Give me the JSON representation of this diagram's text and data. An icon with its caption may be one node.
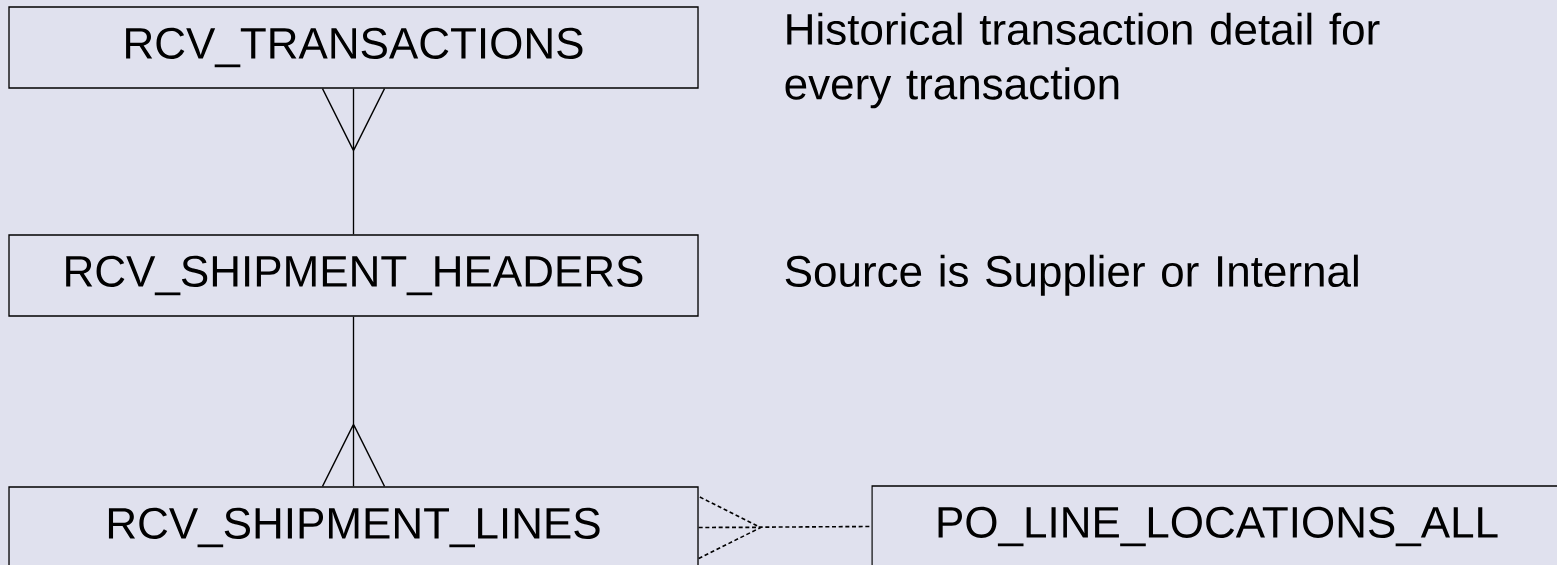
{
  "diagram": {
    "nodes": [
      {
        "text": [
          "RCV_TRANSACTIONS"
        ],
        "beside": [
          "Historical transaction detail for every transaction"
        ]
      },
      {
        "text": [
          "RCV_SHIPMENT_HEADERS"
        ],
        "beside": [
          "Source is Supplier or Internal"
        ]
      },
      {
        "text": [
          "RCV_SHIPMENT_LINES"
        ]
      },
      {
        "text": [
          "PO_LINE_LOCATIONS_ALL"
        ]
      }
    ],
    "edges": [
      {
        "from": 0,
        "to": 1,
        "arrow": "other"
      },
      {
        "from": 2,
        "to": 1,
        "arrow": "other"
      },
      {
        "from": 2,
        "to": 3,
        "arrow": "other",
        "style": "dashed"
      }
    ]
  }
}
